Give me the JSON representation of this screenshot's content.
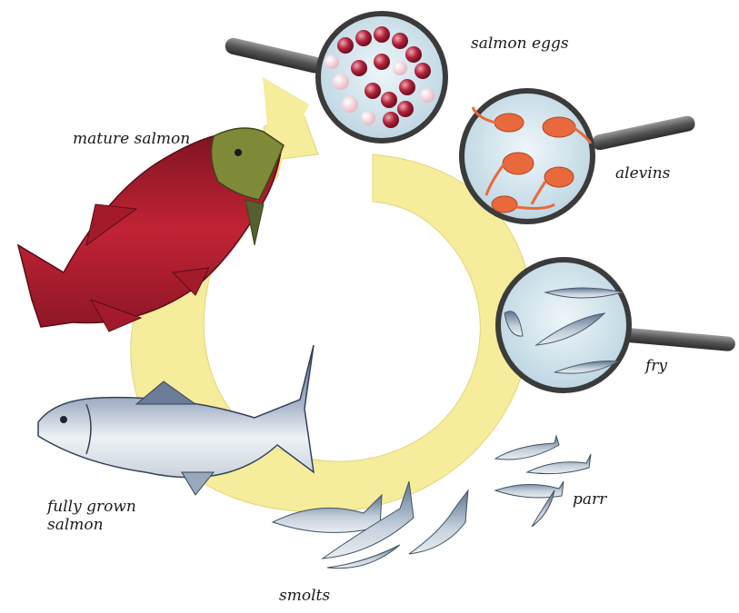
{
  "stages": {
    "salmon_eggs": "salmon eggs",
    "alevins": "alevins",
    "fry": "fry",
    "parr": "parr",
    "smolts": "smolts",
    "fully_grown_line1": "fully grown",
    "fully_grown_line2": "salmon",
    "mature": "mature salmon"
  },
  "colors": {
    "cycle_arrow": "#f5ec9c",
    "lens_bg": "#d6e6ee",
    "egg": "#b0233b",
    "alevin": "#e8693c",
    "mature_body": "#b51d2d",
    "mature_head": "#7e8a37",
    "grown_back": "#7b8aa5",
    "grown_belly": "#eef2f5",
    "small_fish": "#8ca0b4"
  },
  "icons": [
    "magnifying-glass-icon",
    "salmon-fish-icon"
  ]
}
